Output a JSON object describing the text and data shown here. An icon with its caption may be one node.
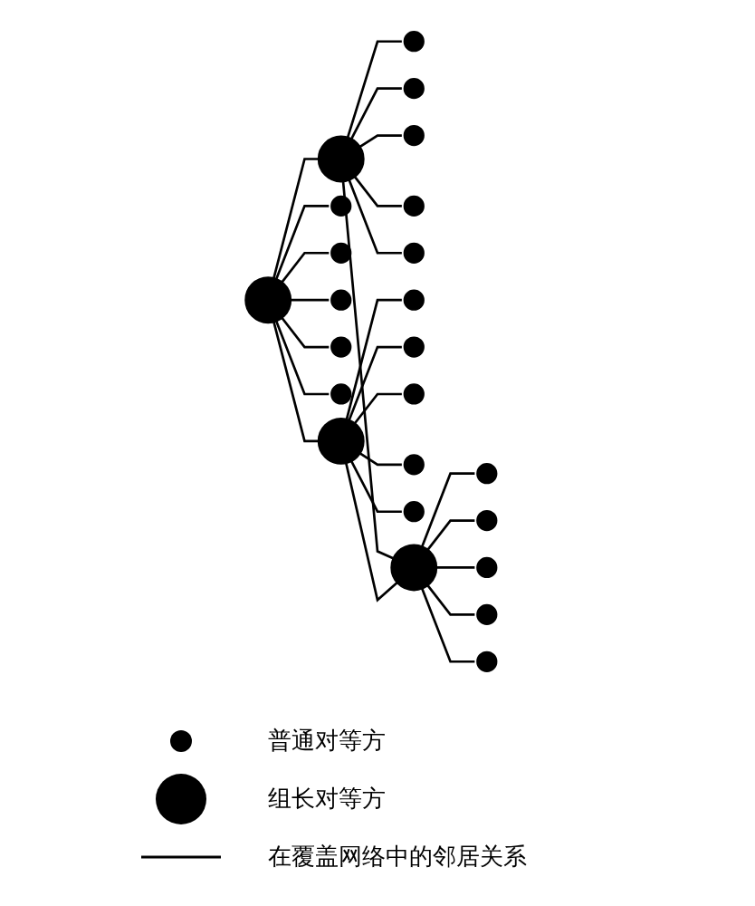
{
  "diagram": {
    "nodes": [
      {
        "text": [],
        "shape": "circle"
      },
      {
        "text": [],
        "shape": "circle"
      },
      {
        "text": [],
        "shape": "circle"
      },
      {
        "text": [],
        "shape": "circle"
      },
      {
        "text": [],
        "shape": "circle"
      },
      {
        "text": [],
        "shape": "circle"
      },
      {
        "text": [],
        "shape": "circle"
      },
      {
        "text": [],
        "shape": "circle"
      },
      {
        "text": [],
        "shape": "circle"
      },
      {
        "text": [],
        "shape": "circle"
      },
      {
        "text": [],
        "shape": "circle"
      },
      {
        "text": [],
        "shape": "circle"
      },
      {
        "text": [],
        "shape": "circle"
      },
      {
        "text": [],
        "shape": "circle"
      },
      {
        "text": [],
        "shape": "circle"
      },
      {
        "text": [],
        "shape": "circle"
      },
      {
        "text": [],
        "shape": "circle"
      },
      {
        "text": [],
        "shape": "circle"
      },
      {
        "text": [],
        "shape": "circle"
      },
      {
        "text": [],
        "shape": "circle"
      },
      {
        "text": [],
        "shape": "circle"
      },
      {
        "text": [],
        "shape": "circle"
      },
      {
        "text": [],
        "shape": "circle"
      },
      {
        "text": [],
        "shape": "circle"
      }
    ],
    "edges": [
      {
        "from": 0,
        "to": 1,
        "arrow": "none"
      },
      {
        "from": 0,
        "to": 2,
        "arrow": "none"
      },
      {
        "from": 0,
        "to": 3,
        "arrow": "none"
      },
      {
        "from": 0,
        "to": 4,
        "arrow": "none"
      },
      {
        "from": 0,
        "to": 5,
        "arrow": "none"
      },
      {
        "from": 6,
        "to": 7,
        "arrow": "none"
      },
      {
        "from": 6,
        "to": 8,
        "arrow": "none"
      },
      {
        "from": 6,
        "to": 9,
        "arrow": "none"
      },
      {
        "from": 6,
        "to": 10,
        "arrow": "none"
      },
      {
        "from": 6,
        "to": 11,
        "arrow": "none"
      },
      {
        "from": 12,
        "to": 13,
        "arrow": "none"
      },
      {
        "from": 12,
        "to": 14,
        "arrow": "none"
      },
      {
        "from": 12,
        "to": 15,
        "arrow": "none"
      },
      {
        "from": 12,
        "to": 16,
        "arrow": "none"
      },
      {
        "from": 12,
        "to": 17,
        "arrow": "none"
      },
      {
        "from": 18,
        "to": 19,
        "arrow": "none"
      },
      {
        "from": 18,
        "to": 20,
        "arrow": "none"
      },
      {
        "from": 18,
        "to": 21,
        "arrow": "none"
      },
      {
        "from": 18,
        "to": 22,
        "arrow": "none"
      },
      {
        "from": 18,
        "to": 23,
        "arrow": "none"
      },
      {
        "from": 6,
        "to": 0,
        "arrow": "none"
      },
      {
        "from": 0,
        "to": 18,
        "arrow": "none"
      },
      {
        "from": 6,
        "to": 12,
        "arrow": "none"
      },
      {
        "from": 12,
        "to": 18,
        "arrow": "none"
      }
    ],
    "legend": [
      {
        "text": "普通对等方"
      },
      {
        "text": "组长对等方"
      },
      {
        "text": "在覆盖网络中的邻居关系"
      }
    ]
  }
}
